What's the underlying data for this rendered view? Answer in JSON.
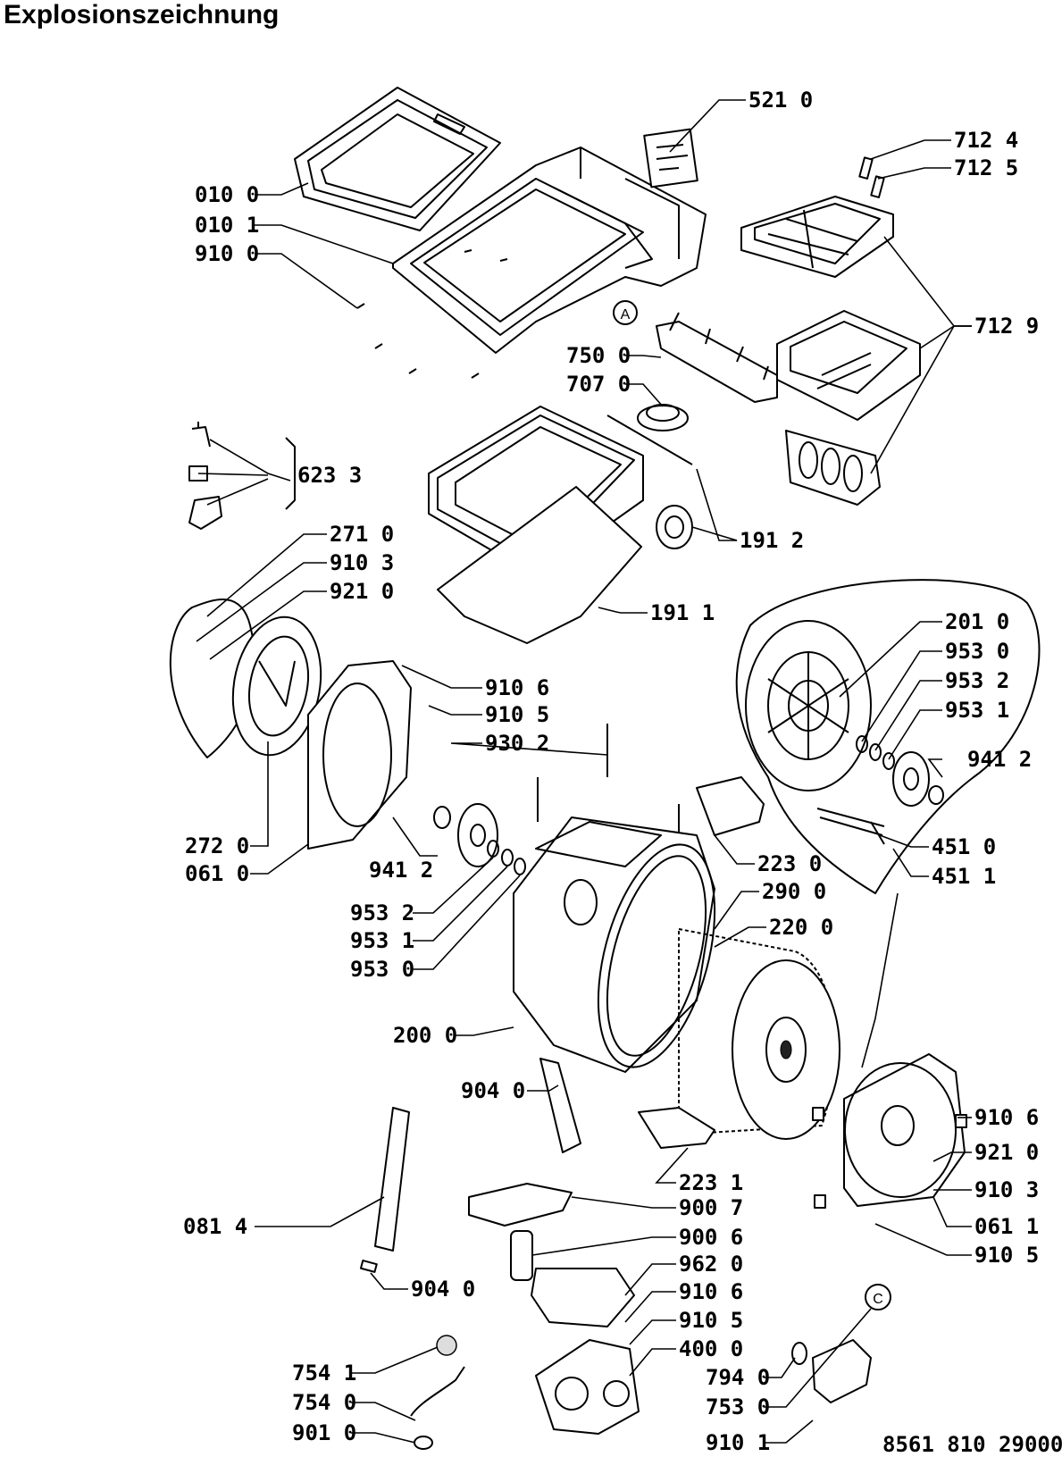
{
  "title": "Explosionszeichnung",
  "doc_number": "8561 810 29000",
  "callouts": {
    "A": "A",
    "C": "C"
  },
  "labels": [
    {
      "id": "521-0",
      "text": "521 0"
    },
    {
      "id": "712-4",
      "text": "712 4"
    },
    {
      "id": "712-5",
      "text": "712 5"
    },
    {
      "id": "010-0",
      "text": "010 0"
    },
    {
      "id": "010-1",
      "text": "010 1"
    },
    {
      "id": "910-0",
      "text": "910 0"
    },
    {
      "id": "712-9",
      "text": "712 9"
    },
    {
      "id": "750-0",
      "text": "750 0"
    },
    {
      "id": "707-0",
      "text": "707 0"
    },
    {
      "id": "623-3",
      "text": "623 3"
    },
    {
      "id": "191-2",
      "text": "191 2"
    },
    {
      "id": "271-0",
      "text": "271 0"
    },
    {
      "id": "910-3a",
      "text": "910 3"
    },
    {
      "id": "921-0a",
      "text": "921 0"
    },
    {
      "id": "191-1",
      "text": "191 1"
    },
    {
      "id": "201-0",
      "text": "201 0"
    },
    {
      "id": "953-0a",
      "text": "953 0"
    },
    {
      "id": "953-2a",
      "text": "953 2"
    },
    {
      "id": "953-1a",
      "text": "953 1"
    },
    {
      "id": "910-6a",
      "text": "910 6"
    },
    {
      "id": "910-5a",
      "text": "910 5"
    },
    {
      "id": "930-2",
      "text": "930 2"
    },
    {
      "id": "941-2a",
      "text": "941 2"
    },
    {
      "id": "272-0",
      "text": "272 0"
    },
    {
      "id": "061-0",
      "text": "061 0"
    },
    {
      "id": "941-2b",
      "text": "941 2"
    },
    {
      "id": "451-0",
      "text": "451 0"
    },
    {
      "id": "451-1",
      "text": "451 1"
    },
    {
      "id": "223-0",
      "text": "223 0"
    },
    {
      "id": "290-0",
      "text": "290 0"
    },
    {
      "id": "953-2b",
      "text": "953 2"
    },
    {
      "id": "220-0",
      "text": "220 0"
    },
    {
      "id": "953-1b",
      "text": "953 1"
    },
    {
      "id": "953-0b",
      "text": "953 0"
    },
    {
      "id": "200-0",
      "text": "200 0"
    },
    {
      "id": "904-0a",
      "text": "904 0"
    },
    {
      "id": "910-6b",
      "text": "910 6"
    },
    {
      "id": "921-0b",
      "text": "921 0"
    },
    {
      "id": "223-1",
      "text": "223 1"
    },
    {
      "id": "910-3b",
      "text": "910 3"
    },
    {
      "id": "900-7",
      "text": "900 7"
    },
    {
      "id": "081-4",
      "text": "081 4"
    },
    {
      "id": "061-1",
      "text": "061 1"
    },
    {
      "id": "900-6",
      "text": "900 6"
    },
    {
      "id": "910-5b",
      "text": "910 5"
    },
    {
      "id": "962-0",
      "text": "962 0"
    },
    {
      "id": "904-0b",
      "text": "904 0"
    },
    {
      "id": "910-6c",
      "text": "910 6"
    },
    {
      "id": "910-5c",
      "text": "910 5"
    },
    {
      "id": "400-0",
      "text": "400 0"
    },
    {
      "id": "754-1",
      "text": "754 1"
    },
    {
      "id": "794-0",
      "text": "794 0"
    },
    {
      "id": "754-0",
      "text": "754 0"
    },
    {
      "id": "753-0",
      "text": "753 0"
    },
    {
      "id": "901-0",
      "text": "901 0"
    },
    {
      "id": "910-1",
      "text": "910 1"
    }
  ]
}
